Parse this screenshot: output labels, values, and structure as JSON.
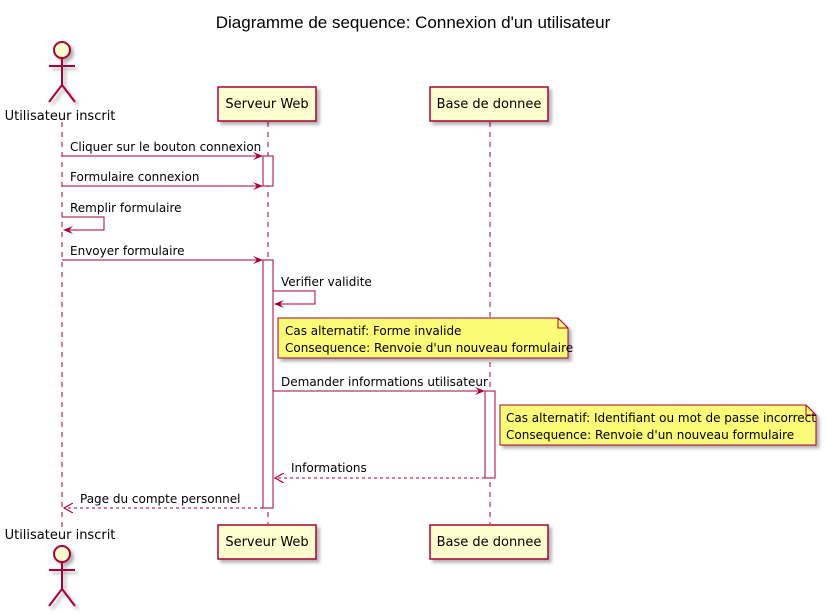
{
  "title": "Diagramme de sequence: Connexion d'un utilisateur",
  "participants": {
    "user": "Utilisateur inscrit",
    "web": "Serveur Web",
    "db": "Base de donnee"
  },
  "messages": [
    "Cliquer sur le bouton connexion",
    "Formulaire connexion",
    "Remplir formulaire",
    "Envoyer formulaire",
    "Verifier validite",
    "Demander informations utilisateur",
    "Informations",
    "Page du compte personnel"
  ],
  "notes": [
    {
      "line1": "Cas alternatif: Forme invalide",
      "line2": "Consequence: Renvoie d'un nouveau formulaire"
    },
    {
      "line1": "Cas alternatif: Identifiant ou mot de passe incorrect",
      "line2": "Consequence: Renvoie d'un nouveau formulaire"
    }
  ],
  "colors": {
    "arrow": "#A80036",
    "participant_fill": "#FEFECE",
    "note_fill": "#FBFB77",
    "actor_fill": "#FEFECE"
  }
}
